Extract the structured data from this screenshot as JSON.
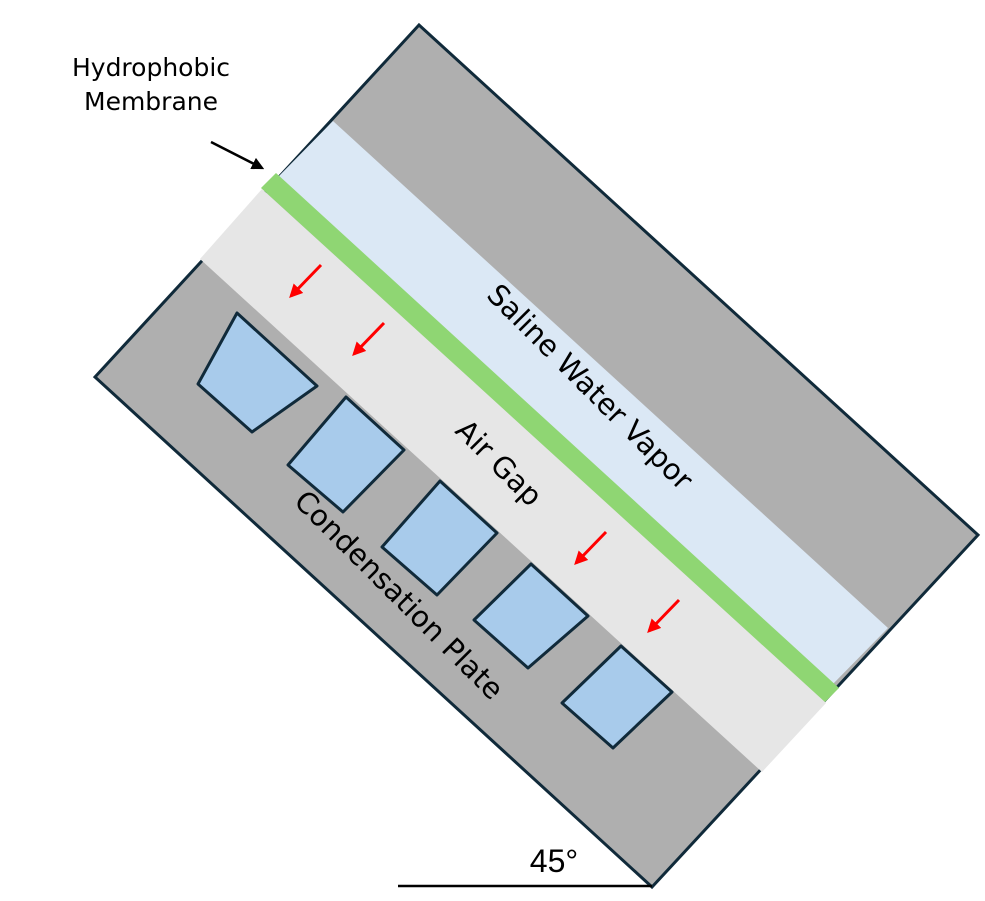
{
  "labels": {
    "membrane_line1": "Hydrophobic",
    "membrane_line2": "Membrane",
    "vapor": "Saline Water Vapor",
    "air_gap": "Air Gap",
    "plate": "Condensation Plate",
    "angle": "45°"
  },
  "colors": {
    "housing": "#afafaf",
    "vapor_band": "#dbe8f5",
    "membrane": "#8fd673",
    "air_gap": "#e6e6e6",
    "channel": "#a8cbeb",
    "outline": "#102a3a",
    "flow_arrow": "#ff0000",
    "pointer_arrow": "#000000"
  },
  "layers": [
    {
      "name": "saline-water-vapor-band",
      "label_key": "vapor"
    },
    {
      "name": "hydrophobic-membrane",
      "label_key": "membrane_line1"
    },
    {
      "name": "air-gap-band",
      "label_key": "air_gap"
    },
    {
      "name": "condensation-plate",
      "label_key": "plate"
    }
  ],
  "cooling_channels": 5,
  "flow_arrows": 4,
  "tilt_angle_deg": 45
}
